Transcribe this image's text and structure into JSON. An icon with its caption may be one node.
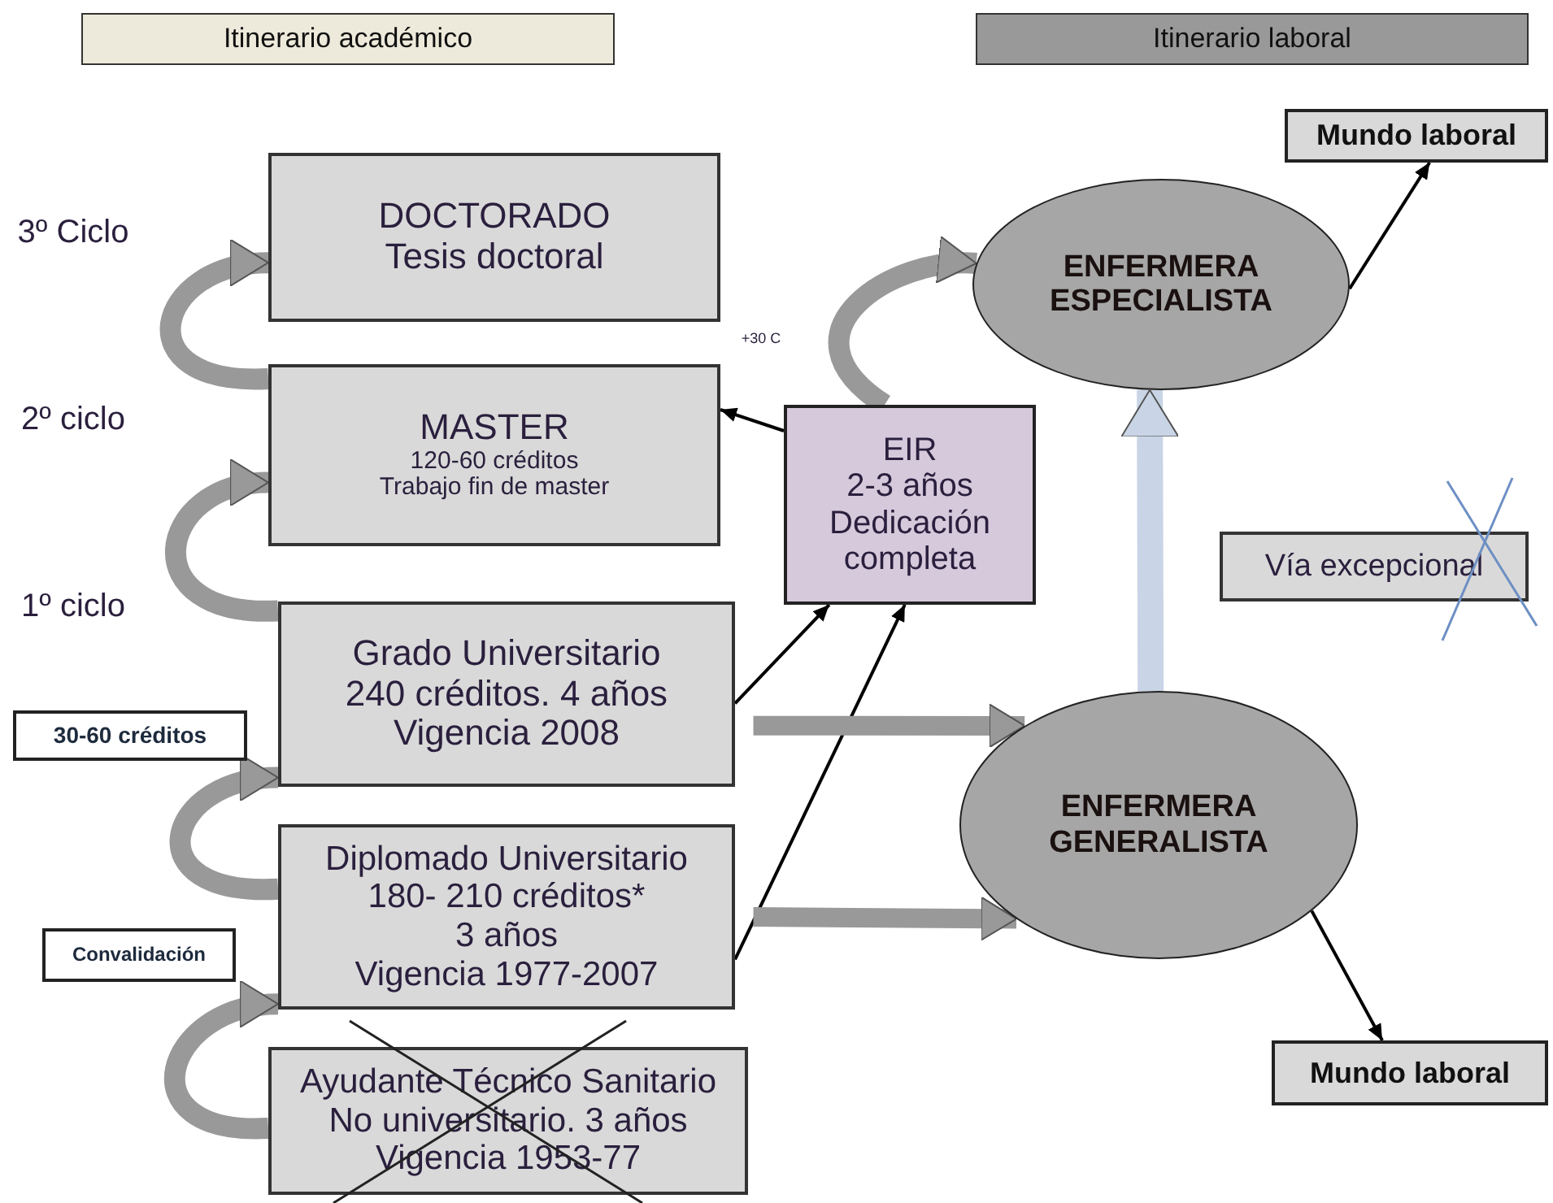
{
  "diagram": {
    "nodes": [
      {
        "text": [
          "Itinerario académico"
        ]
      },
      {
        "text": [
          "Itinerario laboral"
        ]
      },
      {
        "text": [
          "DOCTORADO",
          "Tesis doctoral"
        ]
      },
      {
        "text": [
          "MASTER",
          "120-60 créditos",
          "Trabajo fin de master"
        ]
      },
      {
        "text": [
          "Grado Universitario",
          "240 créditos. 4 años",
          "Vigencia 2008"
        ]
      },
      {
        "text": [
          "Diplomado Universitario",
          "180- 210 créditos*",
          "3 años",
          "Vigencia 1977-2007"
        ]
      },
      {
        "text": [
          "Ayudante Técnico Sanitario",
          "No universitario. 3 años",
          "Vigencia 1953-77"
        ]
      },
      {
        "text": [
          "EIR",
          "2-3 años",
          "Dedicación completa"
        ]
      },
      {
        "text": [
          "ENFERMERA ESPECIALISTA"
        ]
      },
      {
        "text": [
          "ENFERMERA GENERALISTA"
        ]
      },
      {
        "text": [
          "Mundo laboral"
        ]
      },
      {
        "text": [
          "Mundo laboral"
        ]
      },
      {
        "text": [
          "Vía excepcional"
        ]
      },
      {
        "text": [
          "30-60 créditos"
        ]
      },
      {
        "text": [
          "Convalidación"
        ]
      }
    ],
    "edges": [
      {
        "from": 3,
        "to": 2,
        "arrow": "to"
      },
      {
        "from": 4,
        "to": 3,
        "arrow": "to"
      },
      {
        "from": 5,
        "to": 4,
        "arrow": "to"
      },
      {
        "from": 6,
        "to": 5,
        "arrow": "to"
      },
      {
        "from": 7,
        "to": 8,
        "arrow": "to"
      },
      {
        "from": 7,
        "to": 3,
        "arrow": "to",
        "color": "#000000"
      },
      {
        "from": 4,
        "to": 7,
        "arrow": "to",
        "color": "#000000"
      },
      {
        "from": 5,
        "to": 7,
        "arrow": "to",
        "color": "#000000"
      },
      {
        "from": 4,
        "to": 9,
        "arrow": "to"
      },
      {
        "from": 5,
        "to": 9,
        "arrow": "to"
      },
      {
        "from": 9,
        "to": 8,
        "arrow": "to",
        "color": "#c9d5e6"
      },
      {
        "from": 8,
        "to": 10,
        "arrow": "to",
        "color": "#000000"
      },
      {
        "from": 9,
        "to": 11,
        "arrow": "to",
        "color": "#000000"
      }
    ],
    "labels": [
      "3º Ciclo",
      "2º ciclo",
      "1º ciclo",
      "+30 C"
    ]
  }
}
